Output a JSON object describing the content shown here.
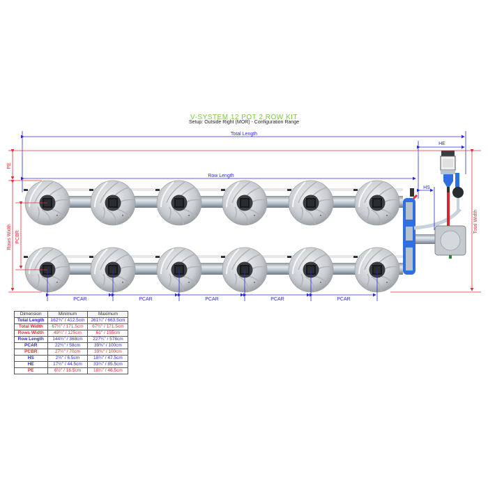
{
  "header": {
    "title": "V-SYSTEM 12 POT 2 ROW KIT",
    "subtitle": "Setup: Outside Right (MOR) - Configuration Range"
  },
  "colors": {
    "title_green": "#7ac943",
    "dimension_blue": "#2b2bd6",
    "dimension_red": "#e0303a",
    "pot_gray": "#cfd2d6",
    "pipe_blue": "#2f6fe0"
  },
  "diagram": {
    "labels": {
      "total_length": "Total Length",
      "he": "HE",
      "row_length": "Row Length",
      "hs": "HS",
      "pe": "PE",
      "rows_width": "Rows Width",
      "pcbr": "PCBR",
      "total_width": "Total Width",
      "pcar": [
        "PCAR",
        "PCAR",
        "PCAR",
        "PCAR",
        "PCAR"
      ]
    },
    "rows": [
      {
        "name": "top-row",
        "pot_count": 6
      },
      {
        "name": "bottom-row",
        "pot_count": 6
      }
    ],
    "icons": {
      "pot": "pot-icon",
      "controller": "brain-controller-icon",
      "reservoir": "reservoir-tank-icon",
      "pump": "pump-icon"
    }
  },
  "table": {
    "headers": [
      "Dimension",
      "Minimum",
      "Maximum"
    ],
    "rows": [
      {
        "name": "Total Length",
        "min": "162¾\" / 412.5cm",
        "max": "261¼\" / 663.5cm",
        "color": "blue"
      },
      {
        "name": "Total Width",
        "min": "67½\" / 171.5cm",
        "max": "67½\" / 171.5cm",
        "color": "red"
      },
      {
        "name": "Rows Width",
        "min": "49¼\" / 125cm",
        "max": "61\" / 155cm",
        "color": "red"
      },
      {
        "name": "Row Length",
        "min": "144¾\" / 368cm",
        "max": "227¼\" / 578cm",
        "color": "blue"
      },
      {
        "name": "PCAR",
        "min": "22¾\" / 58cm",
        "max": "39⅜\" / 100cm",
        "color": "blue"
      },
      {
        "name": "PCBR",
        "min": "27½\" / 70cm",
        "max": "39⅜\" / 100cm",
        "color": "red"
      },
      {
        "name": "HS",
        "min": "2½\" / 6.5cm",
        "max": "18¾\" / 47.5cm",
        "color": "blue"
      },
      {
        "name": "HE",
        "min": "17½\" / 44.5cm",
        "max": "33¾\" / 85.5cm",
        "color": "blue"
      },
      {
        "name": "PE",
        "min": "6½\" / 16.5cm",
        "max": "18¼\" / 46.5cm",
        "color": "red"
      }
    ]
  }
}
